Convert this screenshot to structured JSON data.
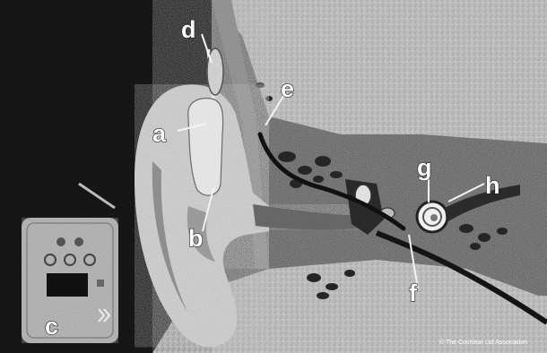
{
  "diagram": {
    "labels": {
      "a": "a",
      "b": "b",
      "c": "c",
      "d": "d",
      "e": "e",
      "f": "f",
      "g": "g",
      "h": "h"
    },
    "credit": "© The Cochlear Ltd Association"
  },
  "colors": {
    "background_dark": "#161616",
    "bone_light": "#c9c9c9",
    "label_fill": "#ffffff",
    "label_outline": "#1a1a1a"
  }
}
